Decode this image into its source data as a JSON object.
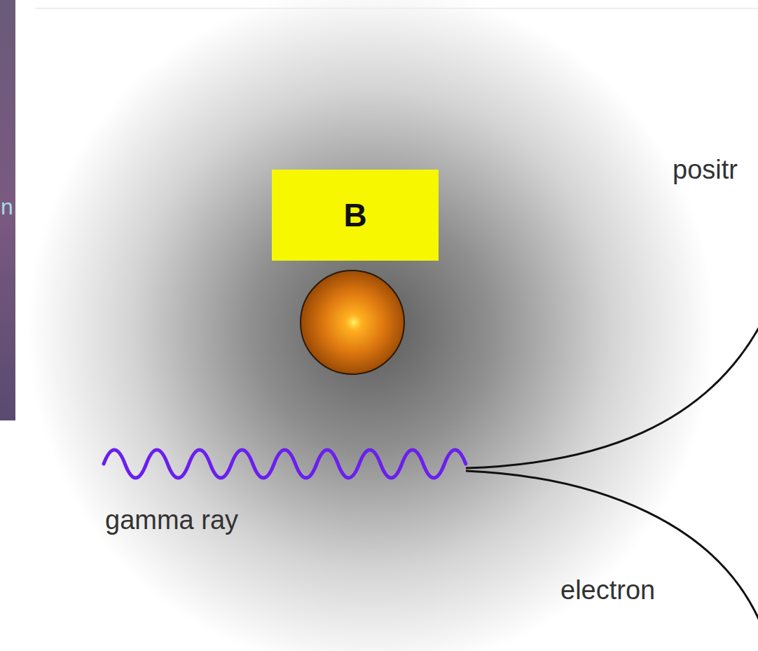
{
  "diagram": {
    "nodes": [
      {
        "text": [
          "B"
        ]
      }
    ],
    "labels": [
      "gamma ray",
      "positr",
      "electron",
      "n"
    ]
  }
}
